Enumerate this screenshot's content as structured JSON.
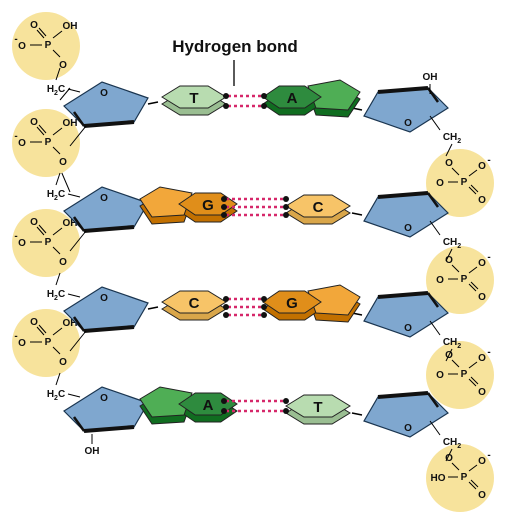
{
  "title": "Hydrogen bond",
  "colors": {
    "phosphate_circle": "#f7e39c",
    "sugar": "#7fa7cf",
    "sugar_dark": "#4b7aa8",
    "thymine": "#b8dcb0",
    "adenine": "#2e8b3e",
    "adenine_top": "#4fae55",
    "guanine": "#e08e1a",
    "guanine_top": "#f2a73a",
    "cytosine": "#f7c468",
    "hbond": "#d6286a"
  },
  "phosphate_labels": {
    "o": "O",
    "p": "P",
    "oh": "OH",
    "o_minus": "O",
    "minus": "-",
    "ho": "HO"
  },
  "sugar_labels": {
    "h2c": "H",
    "c": "C",
    "ch": "CH",
    "sub2": "2",
    "o": "O",
    "oh_top": "OH",
    "oh_bottom": "OH"
  },
  "pairs": [
    {
      "left": "T",
      "right": "A"
    },
    {
      "left": "G",
      "right": "C"
    },
    {
      "left": "C",
      "right": "G"
    },
    {
      "left": "A",
      "right": "T"
    }
  ]
}
